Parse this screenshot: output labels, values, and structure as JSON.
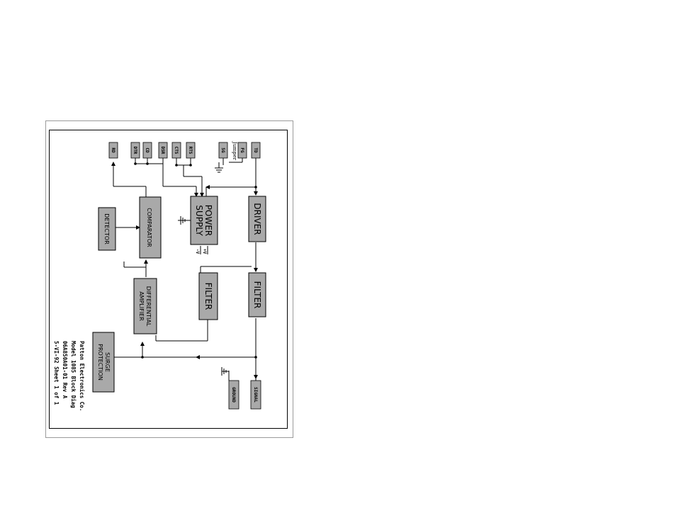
{
  "blocks": {
    "driver": "DRIVER",
    "power_supply_1": "POWER",
    "power_supply_2": "SUPPLY",
    "filter_top": "FILTER",
    "filter_mid": "FILTER",
    "comparator": "COMPARATOR",
    "detector": "DETECTOR",
    "diff_amp_1": "DIFFERENTIAL",
    "diff_amp_2": "AMPLIFIER",
    "surge_1": "SURGE",
    "surge_2": "PROTECTION"
  },
  "pins": {
    "td": "TD",
    "fg": "FG",
    "sg": "SG",
    "rts": "RTS",
    "cts": "CTS",
    "dsr": "DSR",
    "cd": "CD",
    "dtr": "DTR",
    "rd": "RD",
    "signal": "SIGNAL",
    "ground": "GROUND"
  },
  "labels": {
    "jumper": "Jumper",
    "vplus": "+V",
    "vminus": "-V"
  },
  "title_block": {
    "company": "Patton Electronics Co.",
    "model": "Model 1085 Block Diag",
    "doc": "06A850A01-01  Rev A",
    "date": "5-VI-92  Sheet 1 of 1"
  }
}
